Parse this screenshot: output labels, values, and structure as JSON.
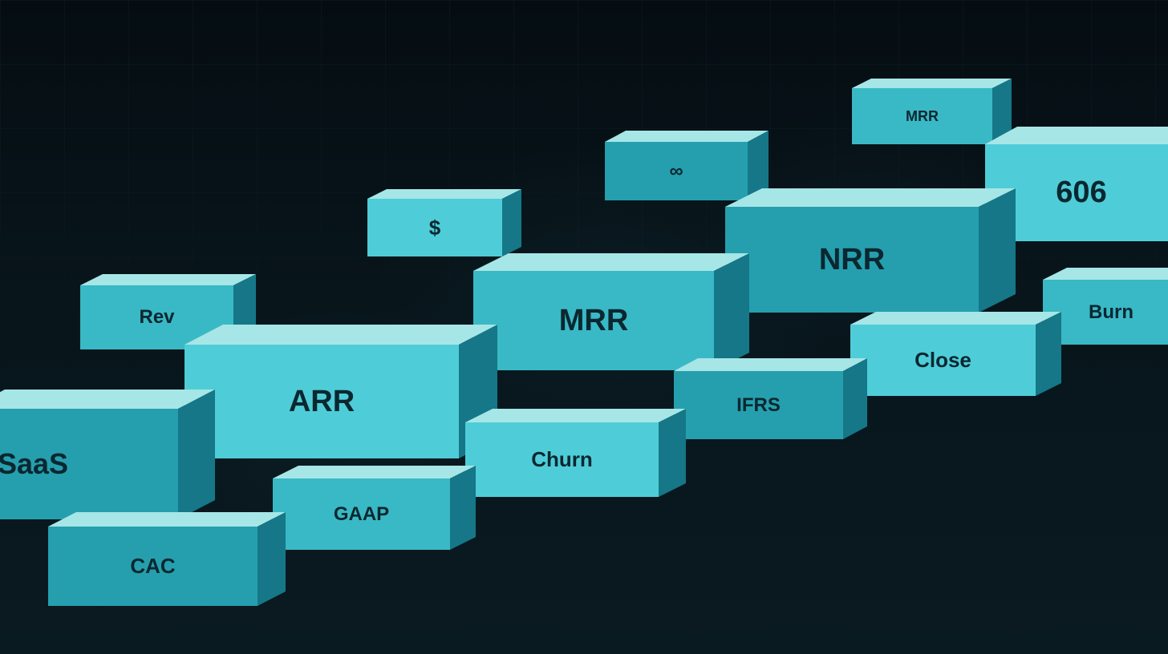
{
  "palette": {
    "background": "#071319",
    "face_light": "#4ecdd8",
    "face_mid": "#39b9c5",
    "face_dark": "#259fae",
    "top_face": "#a6e6e6",
    "side_face": "#157787",
    "text": "#0a2730"
  },
  "blocks": [
    {
      "id": "mrr-small",
      "label": "MRR",
      "tone": "mid"
    },
    {
      "id": "infinity",
      "label": "∞",
      "tone": "dark"
    },
    {
      "id": "dollar",
      "label": "$",
      "tone": "light"
    },
    {
      "id": "606",
      "label": "606",
      "tone": "light"
    },
    {
      "id": "nrr",
      "label": "NRR",
      "tone": "dark"
    },
    {
      "id": "rev",
      "label": "Rev",
      "tone": "mid"
    },
    {
      "id": "mrr-large",
      "label": "MRR",
      "tone": "mid"
    },
    {
      "id": "burn",
      "label": "Burn",
      "tone": "mid"
    },
    {
      "id": "close",
      "label": "Close",
      "tone": "light"
    },
    {
      "id": "arr",
      "label": "ARR",
      "tone": "light"
    },
    {
      "id": "ifrs",
      "label": "IFRS",
      "tone": "dark"
    },
    {
      "id": "saas",
      "label": "SaaS",
      "tone": "dark"
    },
    {
      "id": "churn",
      "label": "Churn",
      "tone": "light"
    },
    {
      "id": "gaap",
      "label": "GAAP",
      "tone": "mid"
    },
    {
      "id": "cac",
      "label": "CAC",
      "tone": "dark"
    }
  ]
}
